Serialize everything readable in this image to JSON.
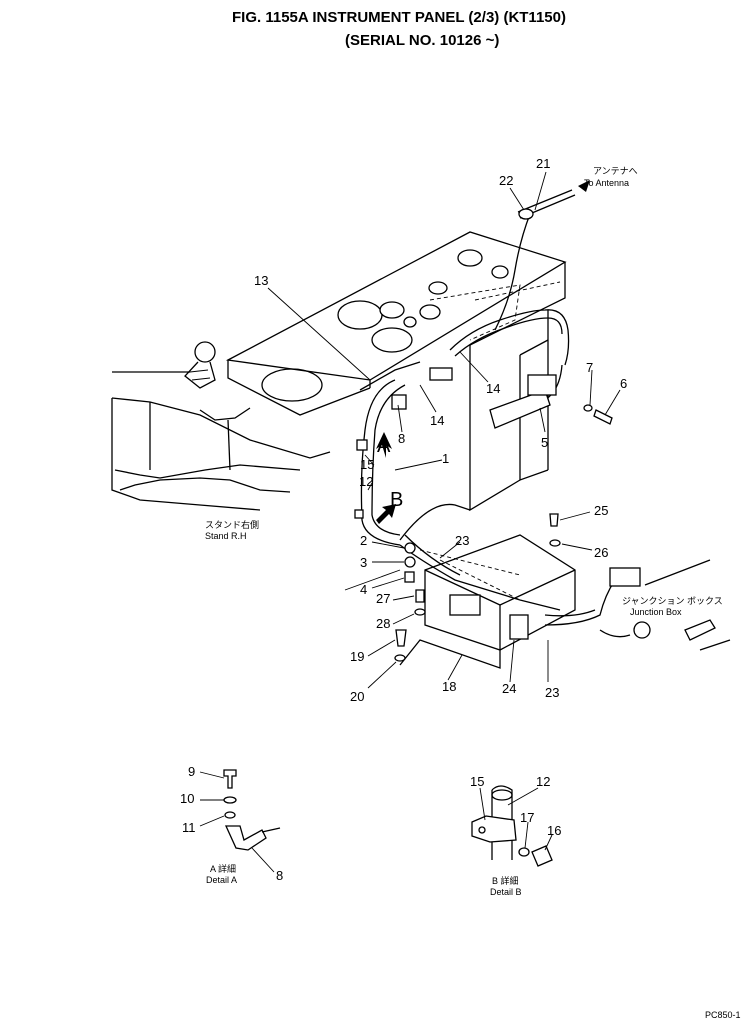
{
  "title": {
    "line1": "FIG. 1155A   INSTRUMENT PANEL (2/3) (KT1150)",
    "line2": "(SERIAL NO. 10126 ~)"
  },
  "antenna": {
    "jp": "アンテナへ",
    "en": "To Antenna"
  },
  "stand": {
    "jp": "スタンド右側",
    "en": "Stand R.H"
  },
  "junction": {
    "jp": "ジャンクション ボックス",
    "en": "Junction Box"
  },
  "arrows": {
    "a": "A",
    "b": "B"
  },
  "detail_a": {
    "jp": "A 詳細",
    "en": "Detail A"
  },
  "detail_b": {
    "jp": "B 詳細",
    "en": "Detail B"
  },
  "callouts": {
    "c1": "1",
    "c2": "2",
    "c3": "3",
    "c4": "4",
    "c5": "5",
    "c6": "6",
    "c7": "7",
    "c8a": "8",
    "c8b": "8",
    "c9": "9",
    "c10": "10",
    "c11": "11",
    "c12a": "12",
    "c12b": "12",
    "c13": "13",
    "c14a": "14",
    "c14b": "14",
    "c15a": "15",
    "c15b": "15",
    "c16": "16",
    "c17": "17",
    "c18": "18",
    "c19": "19",
    "c20": "20",
    "c21": "21",
    "c22": "22",
    "c23a": "23",
    "c23b": "23",
    "c24": "24",
    "c25": "25",
    "c26": "26",
    "c27": "27",
    "c28": "28"
  },
  "footer_code": "PC850-1"
}
